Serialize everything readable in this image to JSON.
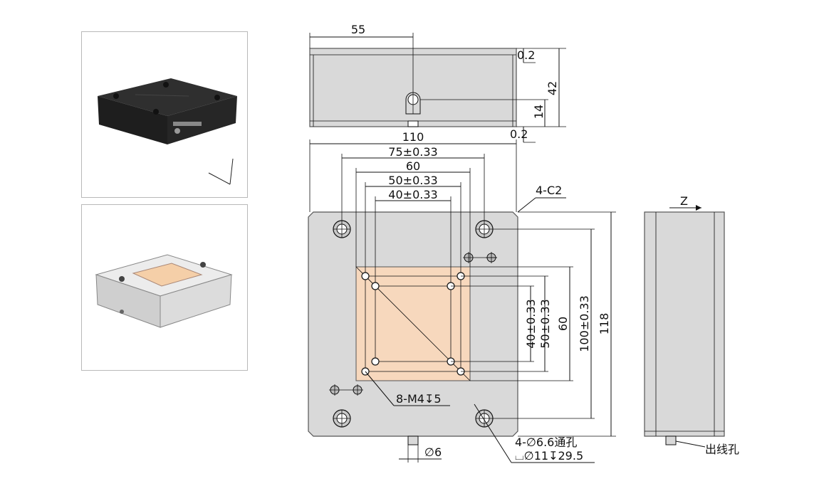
{
  "colors": {
    "body_gray": "#d9d9d9",
    "stage_top": "#f7d8bd",
    "line": "#111111"
  },
  "front_view": {
    "dim_width_half": "55",
    "dim_gap_top": "0.2",
    "dim_height": "42",
    "dim_hole_height": "14",
    "dim_gap_bottom": "0.2"
  },
  "top_view": {
    "dim_width": "110",
    "dim_75": "75±0.33",
    "dim_60": "60",
    "dim_50": "50±0.33",
    "dim_40": "40±0.33",
    "chamfer": "4-C2",
    "dim_v40": "40±0.33",
    "dim_v50": "50±0.33",
    "dim_v60": "60",
    "dim_v100": "100±0.33",
    "dim_v118": "118",
    "thread_callout": "8-M4↧5",
    "cable_dia": "∅6",
    "hole_callout_1": "4-∅6.6通孔",
    "hole_callout_2": "⌴∅11↧29.5"
  },
  "side_view": {
    "axis_label": "Z",
    "outlet_label": "出线孔"
  }
}
